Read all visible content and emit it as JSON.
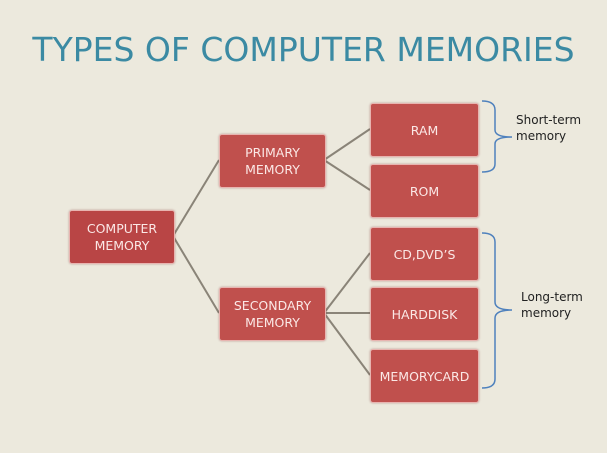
{
  "title": "TYPES OF COMPUTER MEMORIES",
  "colors": {
    "box": "#c0504d",
    "connector": "#8a8478",
    "bracket": "#4f81bd",
    "title": "#3b8aa3"
  },
  "nodes": {
    "root": {
      "line1": "COMPUTER",
      "line2": "MEMORY"
    },
    "primary": {
      "line1": "PRIMARY",
      "line2": "MEMORY"
    },
    "secondary": {
      "line1": "SECONDARY",
      "line2": "MEMORY"
    },
    "ram": "RAM",
    "rom": "ROM",
    "cd": "CD,DVD’S",
    "harddisk": "HARDDISK",
    "memorycard": "MEMORYCARD"
  },
  "labels": {
    "short_term": {
      "line1": "Short-term",
      "line2": "memory"
    },
    "long_term": {
      "line1": "Long-term",
      "line2": "memory"
    }
  }
}
